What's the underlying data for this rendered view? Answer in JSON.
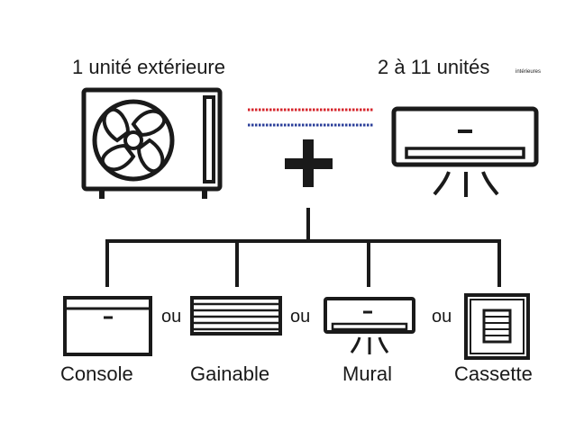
{
  "header": {
    "outdoor_label": "1 unité extérieure",
    "indoor_label": "2 à 11 unités",
    "indoor_sublabel": "intérieures"
  },
  "connector": {
    "or_label": "ou"
  },
  "units": [
    {
      "label": "Console",
      "icon": "console-unit-icon"
    },
    {
      "label": "Gainable",
      "icon": "ducted-unit-icon"
    },
    {
      "label": "Mural",
      "icon": "wall-unit-icon"
    },
    {
      "label": "Cassette",
      "icon": "cassette-unit-icon"
    }
  ],
  "colors": {
    "line": "#1a1a1a",
    "pipe_red": "#d6252b",
    "pipe_blue": "#2b3f9a"
  }
}
